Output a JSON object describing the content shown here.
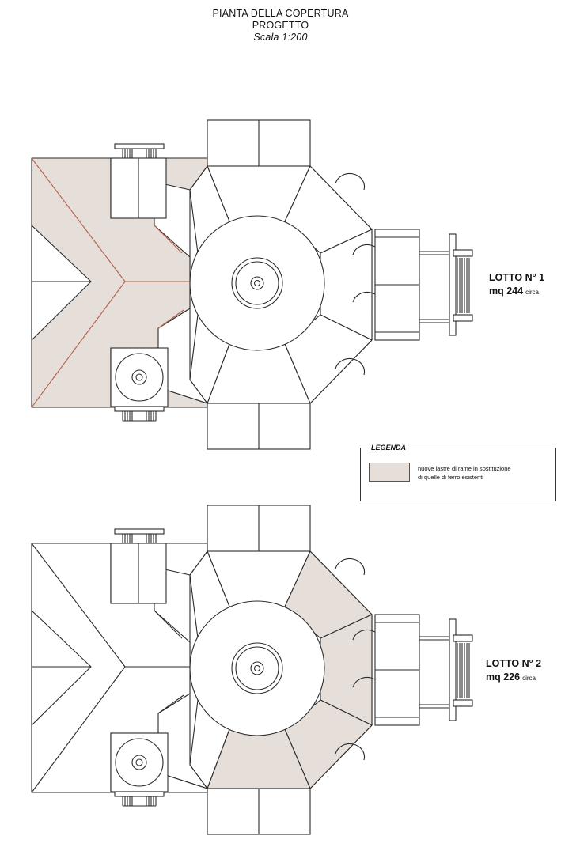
{
  "title": {
    "line1": "PIANTA DELLA COPERTURA",
    "line2": "PROGETTO",
    "scale": "Scala 1:200"
  },
  "lots": [
    {
      "label": "LOTTO N° 1",
      "area": "mq 244",
      "circa": "circa"
    },
    {
      "label": "LOTTO N° 2",
      "area": "mq 226",
      "circa": "circa"
    }
  ],
  "legend": {
    "title": "LEGENDA",
    "text_line1": "nuove lastre di rame in sostituzione",
    "text_line2": "di quelle di ferro esistenti"
  },
  "colors": {
    "stroke": "#2a2a2a",
    "ridge": "#b2614a",
    "highlight_fill": "#e6ded9",
    "paper": "#ffffff"
  }
}
